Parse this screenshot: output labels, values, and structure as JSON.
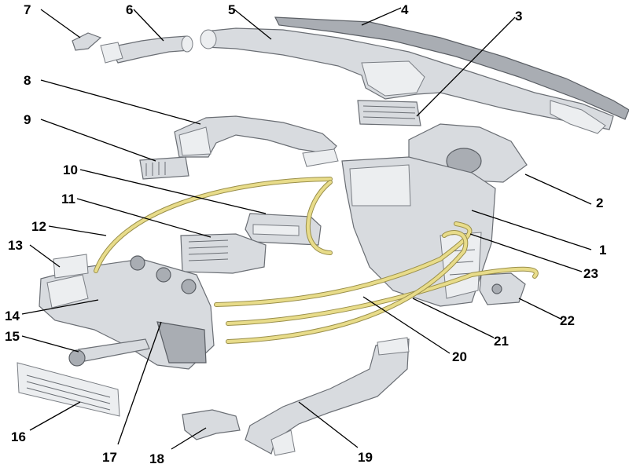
{
  "diagram": {
    "callouts": [
      {
        "id": "1",
        "text": "1"
      },
      {
        "id": "2",
        "text": "2"
      },
      {
        "id": "3",
        "text": "3"
      },
      {
        "id": "4",
        "text": "4"
      },
      {
        "id": "5",
        "text": "5"
      },
      {
        "id": "6",
        "text": "6"
      },
      {
        "id": "7",
        "text": "7"
      },
      {
        "id": "8",
        "text": "8"
      },
      {
        "id": "9",
        "text": "9"
      },
      {
        "id": "10",
        "text": "10"
      },
      {
        "id": "11",
        "text": "11"
      },
      {
        "id": "12",
        "text": "12"
      },
      {
        "id": "13",
        "text": "13"
      },
      {
        "id": "14",
        "text": "14"
      },
      {
        "id": "15",
        "text": "15"
      },
      {
        "id": "16",
        "text": "16"
      },
      {
        "id": "17",
        "text": "17"
      },
      {
        "id": "18",
        "text": "18"
      },
      {
        "id": "19",
        "text": "19"
      },
      {
        "id": "20",
        "text": "20"
      },
      {
        "id": "21",
        "text": "21"
      },
      {
        "id": "22",
        "text": "22"
      },
      {
        "id": "23",
        "text": "23"
      }
    ],
    "colors": {
      "part_fill": "#d8dbdf",
      "part_outline": "#6a6e74",
      "cable": "#e8dc8a",
      "label": "#000000"
    }
  }
}
